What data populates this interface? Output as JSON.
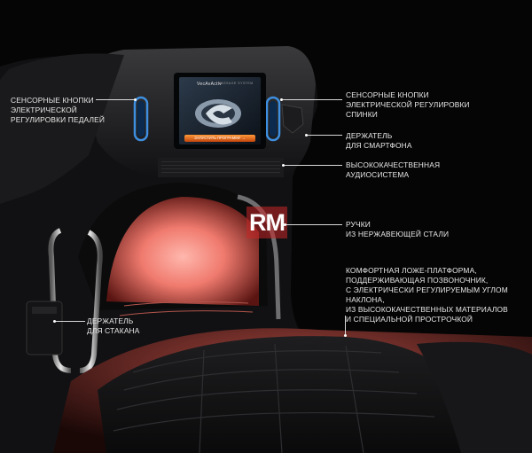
{
  "watermark": "RM",
  "screen": {
    "brand": "VecAvActiv",
    "subtitle": "MASSAGE SYSTEM",
    "button_text": "ЗАПУСТИТЬ ПРОГРАММУ →"
  },
  "callouts": {
    "pedal_buttons": "СЕНСОРНЫЕ КНОПКИ\nЭЛЕКТРИЧЕСКОЙ\nРЕГУЛИРОВКИ ПЕДАЛЕЙ",
    "back_buttons": "СЕНСОРНЫЕ КНОПКИ\nЭЛЕКТРИЧЕСКОЙ РЕГУЛИРОВКИ\nСПИНКИ",
    "phone_holder": "ДЕРЖАТЕЛЬ\nДЛЯ СМАРТФОНА",
    "audio": "ВЫСОКОКАЧЕСТВЕННАЯ\nАУДИОСИСТЕМА",
    "handles": "РУЧКИ\nИЗ НЕРЖАВЕЮЩЕЙ СТАЛИ",
    "platform": "КОМФОРТНАЯ ЛОЖЕ-ПЛАТФОРМА,\nПОДДЕРЖИВАЮЩАЯ ПОЗВОНОЧНИК,\nС ЭЛЕКТРИЧЕСКИ РЕГУЛИРУЕМЫМ УГЛОМ НАКЛОНА,\nИЗ ВЫСОКОКАЧЕСТВЕННЫХ МАТЕРИАЛОВ\nИ СПЕЦИАЛЬНОЙ ПРОСТРОЧКОЙ",
    "cup_holder": "ДЕРЖАТЕЛЬ\nДЛЯ СТАКАНА"
  }
}
